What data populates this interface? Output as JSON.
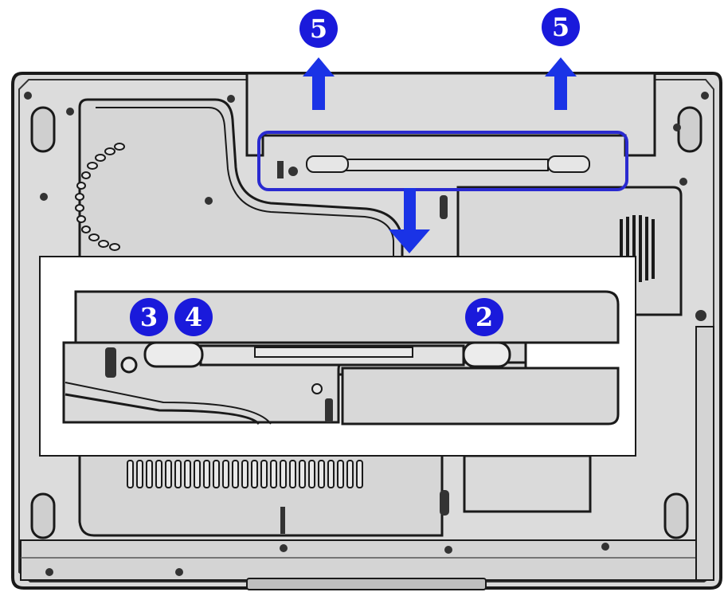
{
  "diagram": {
    "callouts": [
      {
        "id": "callout-5-left",
        "label": "5"
      },
      {
        "id": "callout-5-right",
        "label": "5"
      },
      {
        "id": "callout-3",
        "label": "3"
      },
      {
        "id": "callout-4",
        "label": "4"
      },
      {
        "id": "callout-2",
        "label": "2"
      }
    ],
    "colors": {
      "callout": "#1a1adb",
      "arrow": "#1a33e6",
      "highlight": "#2a2ad0",
      "body_fill": "#d8d8d8",
      "line": "#1a1a1a"
    }
  }
}
